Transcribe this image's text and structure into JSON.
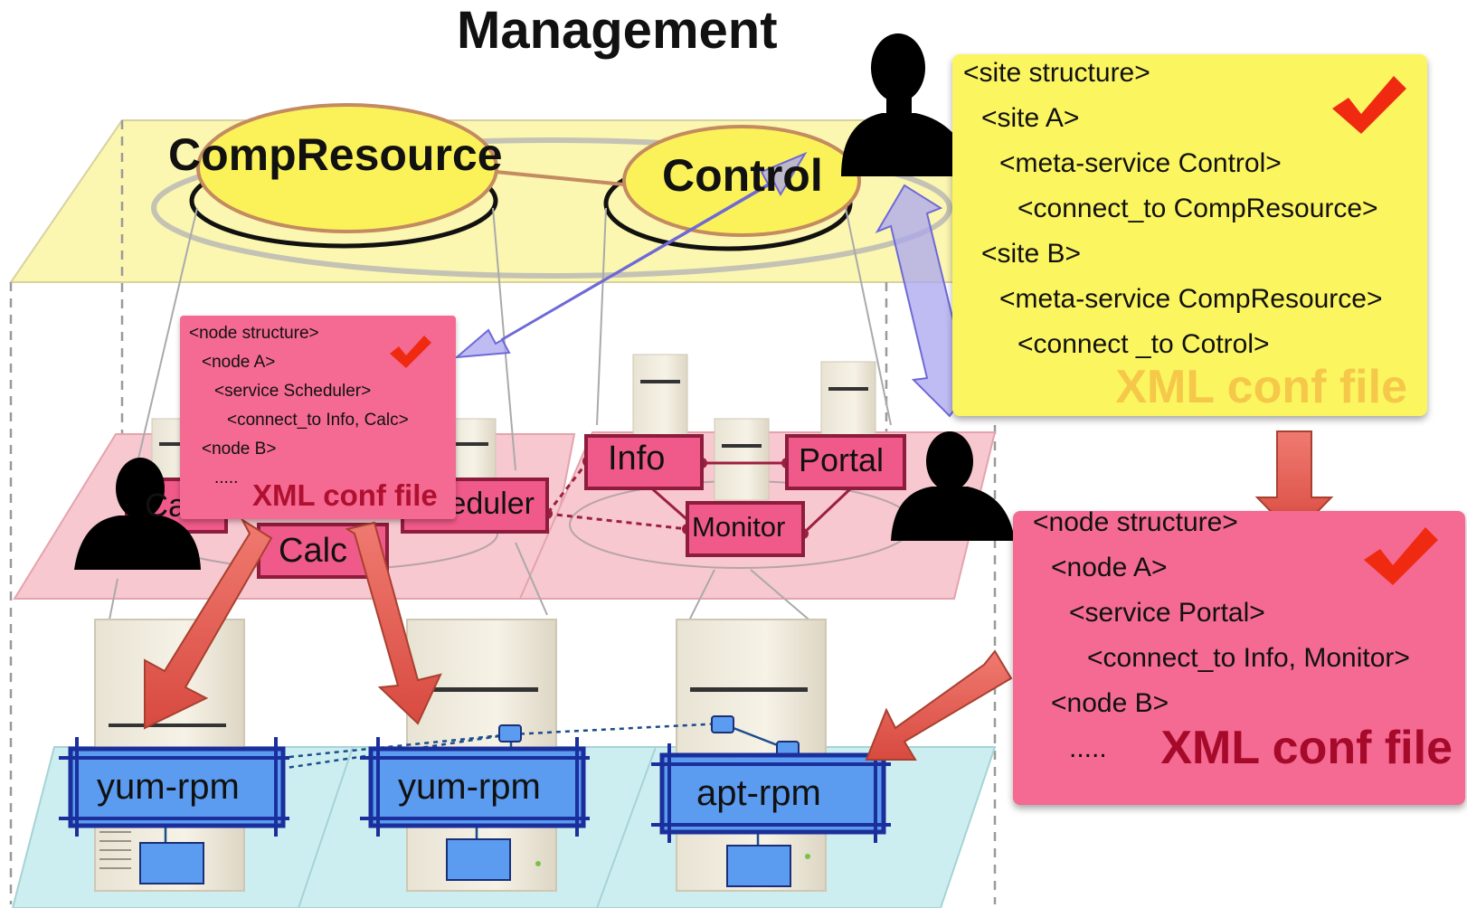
{
  "title": "Management",
  "meta_services": {
    "comp_resource": "CompResource",
    "control": "Control"
  },
  "services": {
    "info": "Info",
    "portal": "Portal",
    "monitor": "Monitor",
    "scheduler": "Scheduler",
    "calc": "Calc",
    "ca": "Ca"
  },
  "packages": [
    "yum-rpm",
    "yum-rpm",
    "apt-rpm"
  ],
  "site_conf": {
    "lines": [
      "<site structure>",
      "<site A>",
      "<meta-service Control>",
      "<connect_to CompResource>",
      "<site B>",
      "<meta-service CompResource>",
      "<connect _to Cotrol>"
    ],
    "label": "XML conf file"
  },
  "node_conf_small": {
    "lines": [
      "<node structure>",
      "<node A>",
      "<service Scheduler>",
      "<connect_to Info, Calc>",
      "<node B>",
      "....."
    ],
    "label": "XML conf file"
  },
  "node_conf_big": {
    "lines": [
      "<node structure>",
      "<node A>",
      "<service Portal>",
      "<connect_to Info, Monitor>",
      "<node B>",
      "....."
    ],
    "label": "XML conf file"
  },
  "colors": {
    "yellow_plane": "#fbf6b0",
    "pink_plane": "#f7c8cf",
    "cyan_plane": "#cdeef0",
    "service_box": "#f05a8a",
    "package_box": "#5b9cf0",
    "arrow_red": "#e05a50",
    "arrow_lavender": "#a9a6f0",
    "check": "#f02a10"
  }
}
